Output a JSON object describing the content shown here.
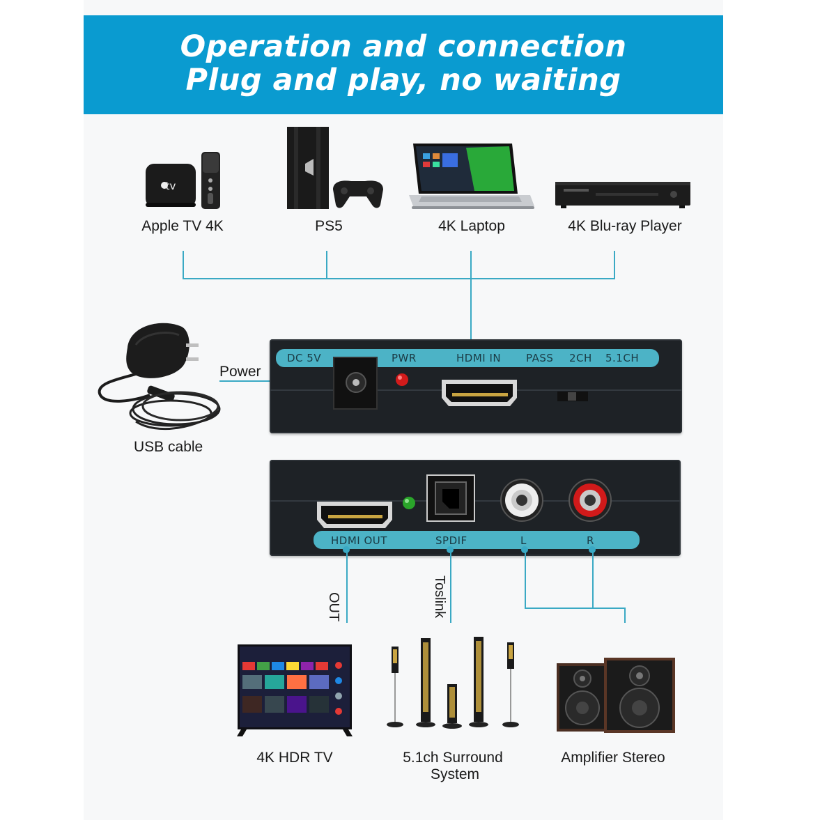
{
  "banner": {
    "line1": "Operation and connection",
    "line2": "Plug and play, no waiting",
    "color": "#0a9bd0"
  },
  "sources": [
    {
      "label": "Apple TV 4K",
      "icon": "apple-tv-icon"
    },
    {
      "label": "PS5",
      "icon": "game-console-icon"
    },
    {
      "label": "4K Laptop",
      "icon": "laptop-icon"
    },
    {
      "label": "4K Blu-ray Player",
      "icon": "bluray-player-icon"
    }
  ],
  "power": {
    "label": "Power",
    "cable_label": "USB cable",
    "icon": "power-adapter-icon"
  },
  "front_panel": {
    "labels": [
      "DC 5V",
      "PWR",
      "HDMI IN",
      "PASS",
      "2CH",
      "5.1CH"
    ]
  },
  "rear_panel": {
    "labels": [
      "HDMI OUT",
      "SPDIF",
      "L",
      "R"
    ]
  },
  "cable_labels": {
    "out": "OUT",
    "toslink": "Toslink"
  },
  "outputs": [
    {
      "label": "4K HDR TV",
      "icon": "tv-icon"
    },
    {
      "label_line1": "5.1ch Surround",
      "label_line2": "System",
      "icon": "surround-speakers-icon"
    },
    {
      "label": "Amplifier Stereo",
      "icon": "stereo-speakers-icon"
    }
  ],
  "connector_color": "#3aa9c4"
}
